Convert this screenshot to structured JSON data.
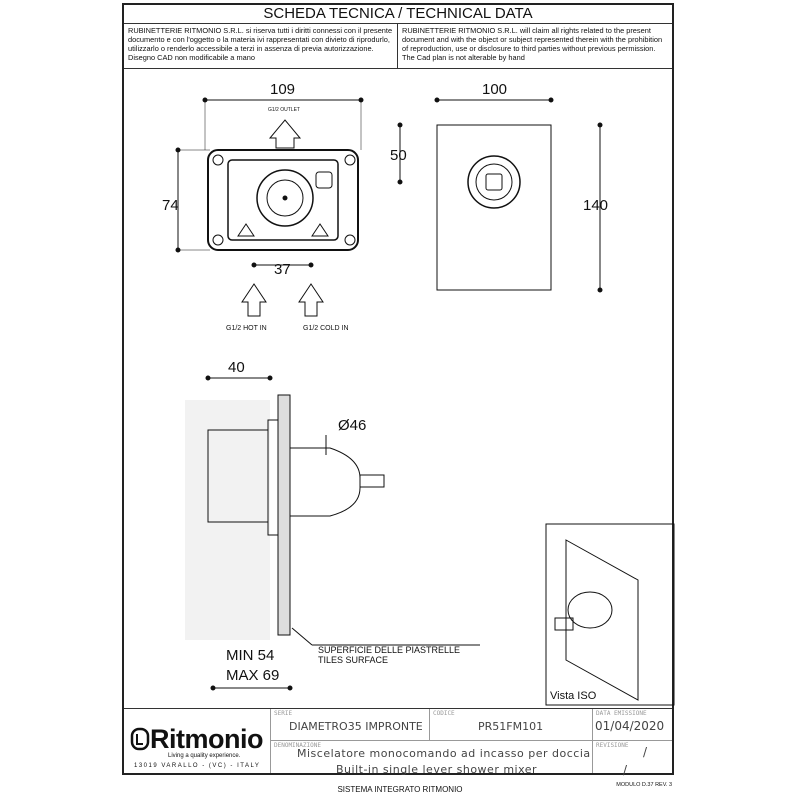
{
  "header": {
    "title": "SCHEDA TECNICA / TECHNICAL DATA",
    "notice_it": "RUBINETTERIE RITMONIO S.R.L. si riserva tutti i diritti connessi con il presente documento e con l'oggetto o la materia ivi rappresentati con divieto di riprodurlo, utilizzarlo o renderlo accessibile a terzi in assenza di previa autorizzazione. Disegno CAD non modificabile a mano",
    "notice_en": "RUBINETTERIE RITMONIO S.R.L. will claim all rights related to the present document and with the object or subject represented therein with the prohibition  of reproduction, use or disclosure to third parties without previous permission.  The Cad plan is not alterable by hand"
  },
  "drawing": {
    "front": {
      "width": "109",
      "height": "74",
      "inlet_spacing": "37",
      "outlet_label": "G1/2 OUTLET",
      "hot_label": "G1/2 HOT IN",
      "cold_label": "G1/2 COLD IN"
    },
    "plate": {
      "width": "100",
      "height": "140",
      "offset": "50"
    },
    "side": {
      "depth": "40",
      "diameter": "Ø46",
      "min": "MIN 54",
      "max": "MAX 69",
      "tiles_it": "SUPERFICIE DELLE PIASTRELLE",
      "tiles_en": "TILES SURFACE"
    },
    "iso_label": "Vista ISO"
  },
  "title_block": {
    "logo": {
      "brand": "Ritmonio",
      "tagline": "Living a quality experience.",
      "address": "13019 VARALLO - (VC) - ITALY"
    },
    "serie_caption": "SERIE",
    "serie": "DIAMETRO35  IMPRONTE",
    "codice_caption": "CODICE",
    "codice": "PR51FM101",
    "data_caption": "DATA EMISSIONE",
    "data": "01/04/2020",
    "denominazione_caption": "DENOMINAZIONE",
    "description_it": "Miscelatore monocomando ad incasso per doccia",
    "description_en": "Built-in single lever shower mixer",
    "revisione_caption": "REVISIONE",
    "revisione": "/",
    "revisione2": "/"
  },
  "footer": {
    "system": "SISTEMA INTEGRATO RITMONIO",
    "modulo": "MODULO D.37 REV. 3"
  }
}
